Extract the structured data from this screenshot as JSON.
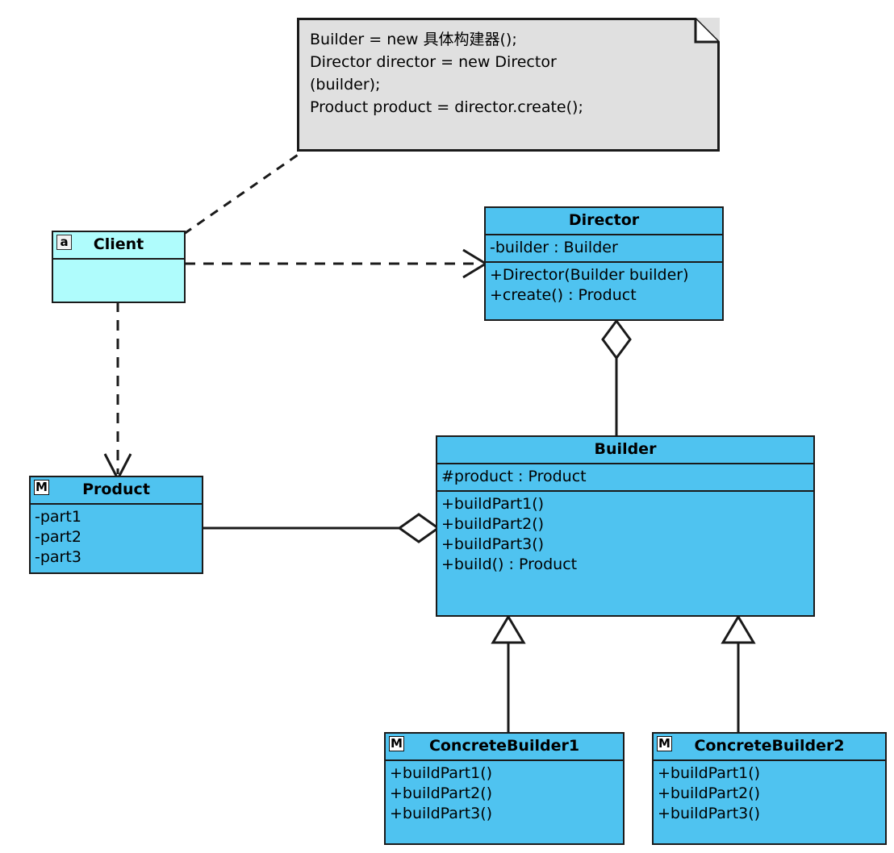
{
  "diagram": {
    "title": "Builder Pattern UML Class Diagram",
    "colors": {
      "class_fill": "#4FC3F0",
      "client_fill": "#AFFCFC",
      "note_fill": "#E0E0E0",
      "stroke": "#1A1A1A",
      "text": "#000000"
    }
  },
  "note": {
    "name": "client-code-note",
    "text": "Builder = new 具体构建器();\nDirector director = new Director\n(builder);\nProduct product = director.create();"
  },
  "classes": {
    "client": {
      "name": "Client",
      "badge": "a",
      "badge_icon": "abstract-stereotype-icon",
      "compartments": [
        {
          "lines": []
        }
      ]
    },
    "director": {
      "name": "Director",
      "badge": "",
      "compartments": [
        {
          "lines": [
            "-builder : Builder"
          ]
        },
        {
          "lines": [
            "+Director(Builder builder)",
            "+create() : Product"
          ]
        }
      ]
    },
    "builder": {
      "name": "Builder",
      "badge": "",
      "compartments": [
        {
          "lines": [
            "#product : Product"
          ]
        },
        {
          "lines": [
            "+buildPart1()",
            "+buildPart2()",
            "+buildPart3()",
            "+build() : Product"
          ]
        }
      ]
    },
    "product": {
      "name": "Product",
      "badge": "M",
      "badge_icon": "model-stereotype-icon",
      "compartments": [
        {
          "lines": [
            "-part1",
            "-part2",
            "-part3"
          ]
        }
      ]
    },
    "concrete_builder_1": {
      "name": "ConcreteBuilder1",
      "badge": "M",
      "badge_icon": "model-stereotype-icon",
      "compartments": [
        {
          "lines": [
            "+buildPart1()",
            "+buildPart2()",
            "+buildPart3()"
          ]
        }
      ]
    },
    "concrete_builder_2": {
      "name": "ConcreteBuilder2",
      "badge": "M",
      "badge_icon": "model-stereotype-icon",
      "compartments": [
        {
          "lines": [
            "+buildPart1()",
            "+buildPart2()",
            "+buildPart3()"
          ]
        }
      ]
    }
  },
  "relationships": [
    {
      "id": "note-anchor",
      "from": "Client",
      "to": "note",
      "style": "dashed",
      "arrow": "none"
    },
    {
      "id": "client-director",
      "from": "Client",
      "to": "Director",
      "style": "dashed",
      "arrow": "open",
      "type": "dependency"
    },
    {
      "id": "client-product",
      "from": "Client",
      "to": "Product",
      "style": "dashed",
      "arrow": "open",
      "type": "dependency"
    },
    {
      "id": "director-builder",
      "from": "Director",
      "to": "Builder",
      "style": "solid",
      "arrow": "hollow-diamond",
      "type": "aggregation"
    },
    {
      "id": "builder-product",
      "from": "Builder",
      "to": "Product",
      "style": "solid",
      "arrow": "hollow-diamond",
      "type": "aggregation"
    },
    {
      "id": "cb1-builder",
      "from": "ConcreteBuilder1",
      "to": "Builder",
      "style": "solid",
      "arrow": "hollow-triangle",
      "type": "generalization"
    },
    {
      "id": "cb2-builder",
      "from": "ConcreteBuilder2",
      "to": "Builder",
      "style": "solid",
      "arrow": "hollow-triangle",
      "type": "generalization"
    }
  ]
}
